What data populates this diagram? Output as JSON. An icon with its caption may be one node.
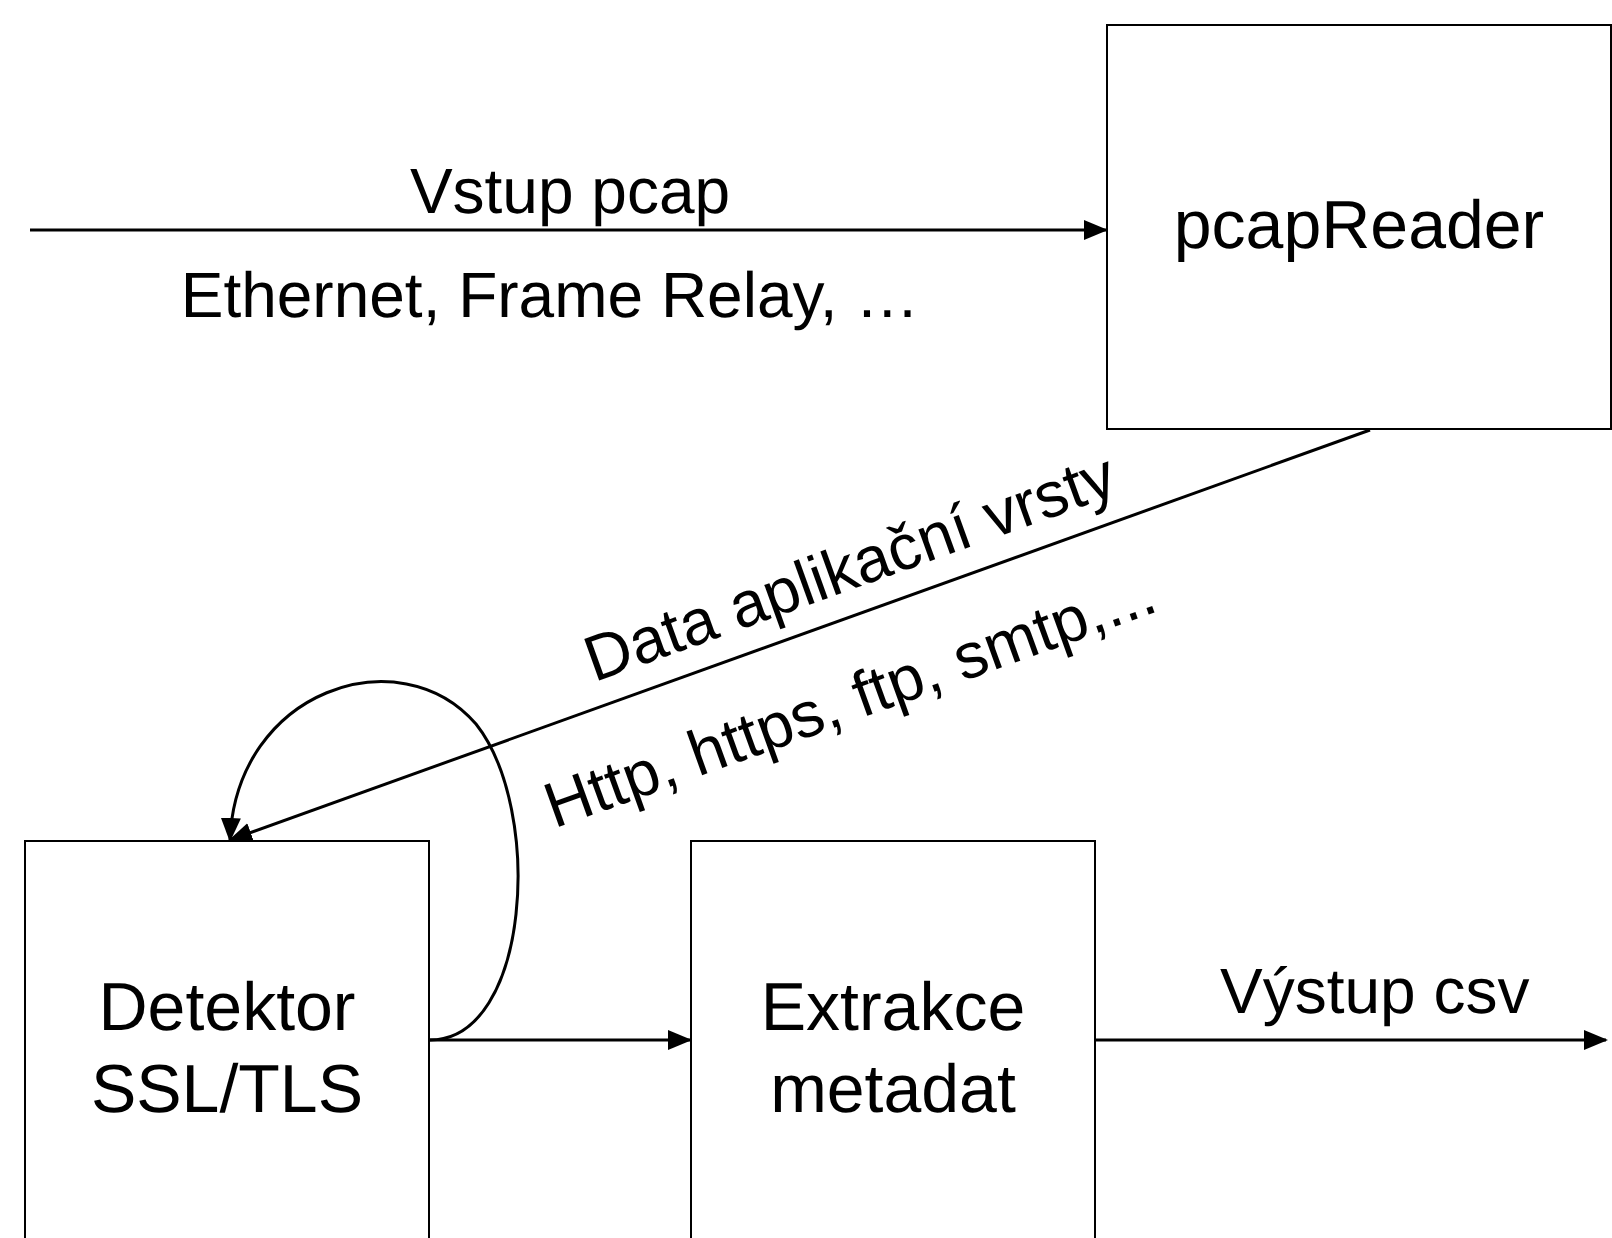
{
  "diagram": {
    "nodes": [
      {
        "text": [
          "pcapReader"
        ]
      },
      {
        "text": [
          "Detektor SSL/TLS"
        ]
      },
      {
        "text": [
          "Extrakce metadat"
        ]
      }
    ],
    "edges": [
      {
        "from": null,
        "to": 0,
        "arrow": "to",
        "label": "Vstup pcap"
      },
      {
        "from": 0,
        "to": 1,
        "arrow": "to",
        "label": "Data aplikační vrsty"
      },
      {
        "from": 1,
        "to": 1,
        "arrow": "to"
      },
      {
        "from": 1,
        "to": 2,
        "arrow": "to"
      },
      {
        "from": 2,
        "to": null,
        "arrow": "to",
        "label": "Výstup csv"
      }
    ],
    "labels": [
      "Ethernet, Frame Relay, …",
      "Http, https, ftp, smtp,..."
    ]
  }
}
